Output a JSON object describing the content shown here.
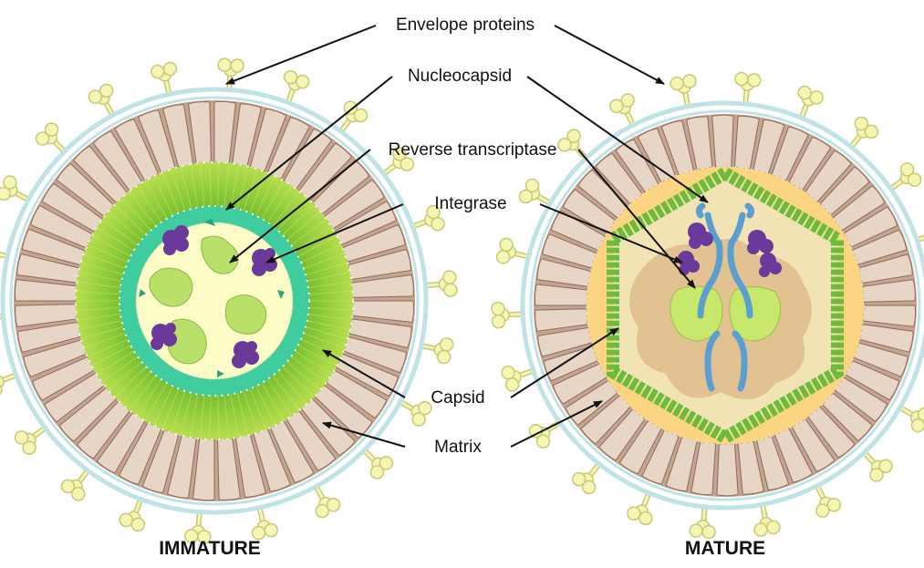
{
  "labels": {
    "envelope_proteins": "Envelope proteins",
    "nucleocapsid": "Nucleocapsid",
    "reverse_transcriptase": "Reverse transcriptase",
    "integrase": "Integrase",
    "capsid": "Capsid",
    "matrix": "Matrix"
  },
  "captions": {
    "immature": "IMMATURE",
    "mature": "MATURE"
  },
  "colors": {
    "envelope_line": "#bfe3e6",
    "matrix_brown": "#c3a592",
    "matrix_dark": "#8e6b58",
    "protein_yellow": "#f6f6b4",
    "protein_outline": "#c9c873",
    "capsid_green": "#7fc23a",
    "capsid_light": "#a4d446",
    "nucleocapsid_teal": "#3fcc9f",
    "core_cream": "#fdfbc6",
    "core_green": "#b9e069",
    "enzyme_purple": "#6a3a9a",
    "mature_orange": "#fcd583",
    "mature_tan": "#e0be8c",
    "rna_blue": "#5a9fd0",
    "arrow": "#111111"
  }
}
